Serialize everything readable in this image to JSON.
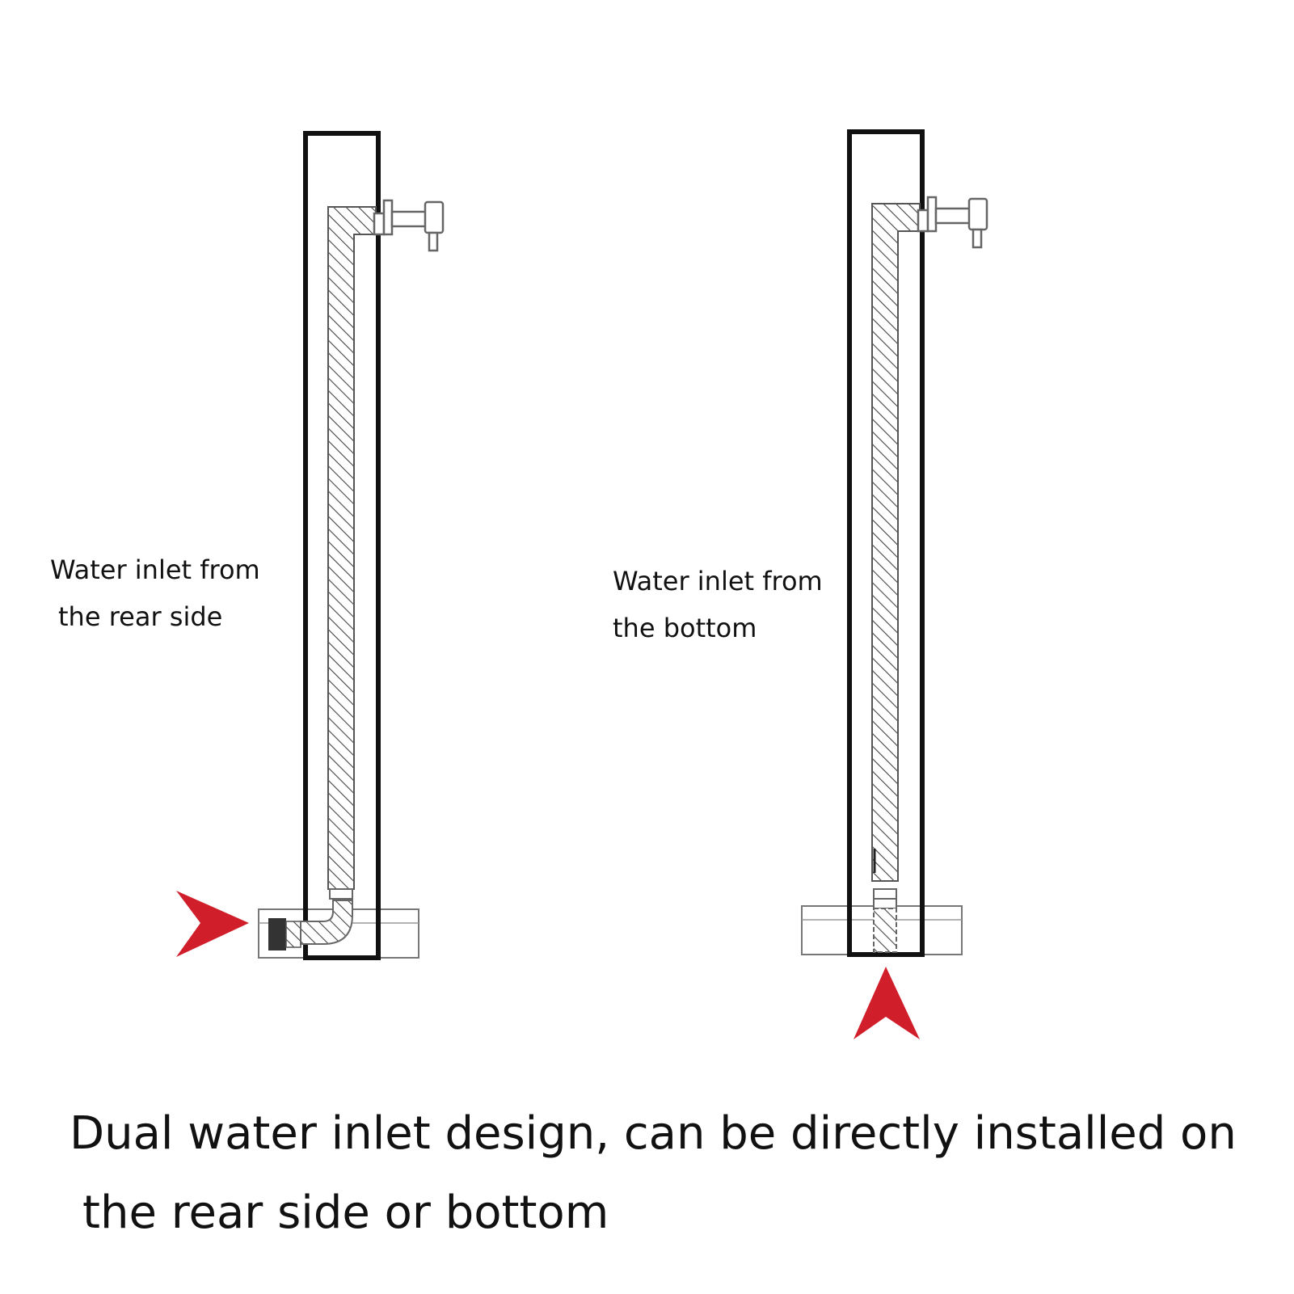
{
  "diagrams": [
    {
      "id": "rear",
      "label_lines": [
        "Water inlet from",
        "the rear side"
      ],
      "arrow_direction": "right"
    },
    {
      "id": "bottom",
      "label_lines": [
        "Water inlet from",
        "the bottom"
      ],
      "arrow_direction": "up"
    }
  ],
  "caption_lines": [
    "Dual water inlet design, can be directly installed on",
    "the rear side or bottom"
  ],
  "colors": {
    "arrow": "#d01f2a",
    "outline": "#111111",
    "hatch": "#444444",
    "light_outline": "#777777"
  }
}
